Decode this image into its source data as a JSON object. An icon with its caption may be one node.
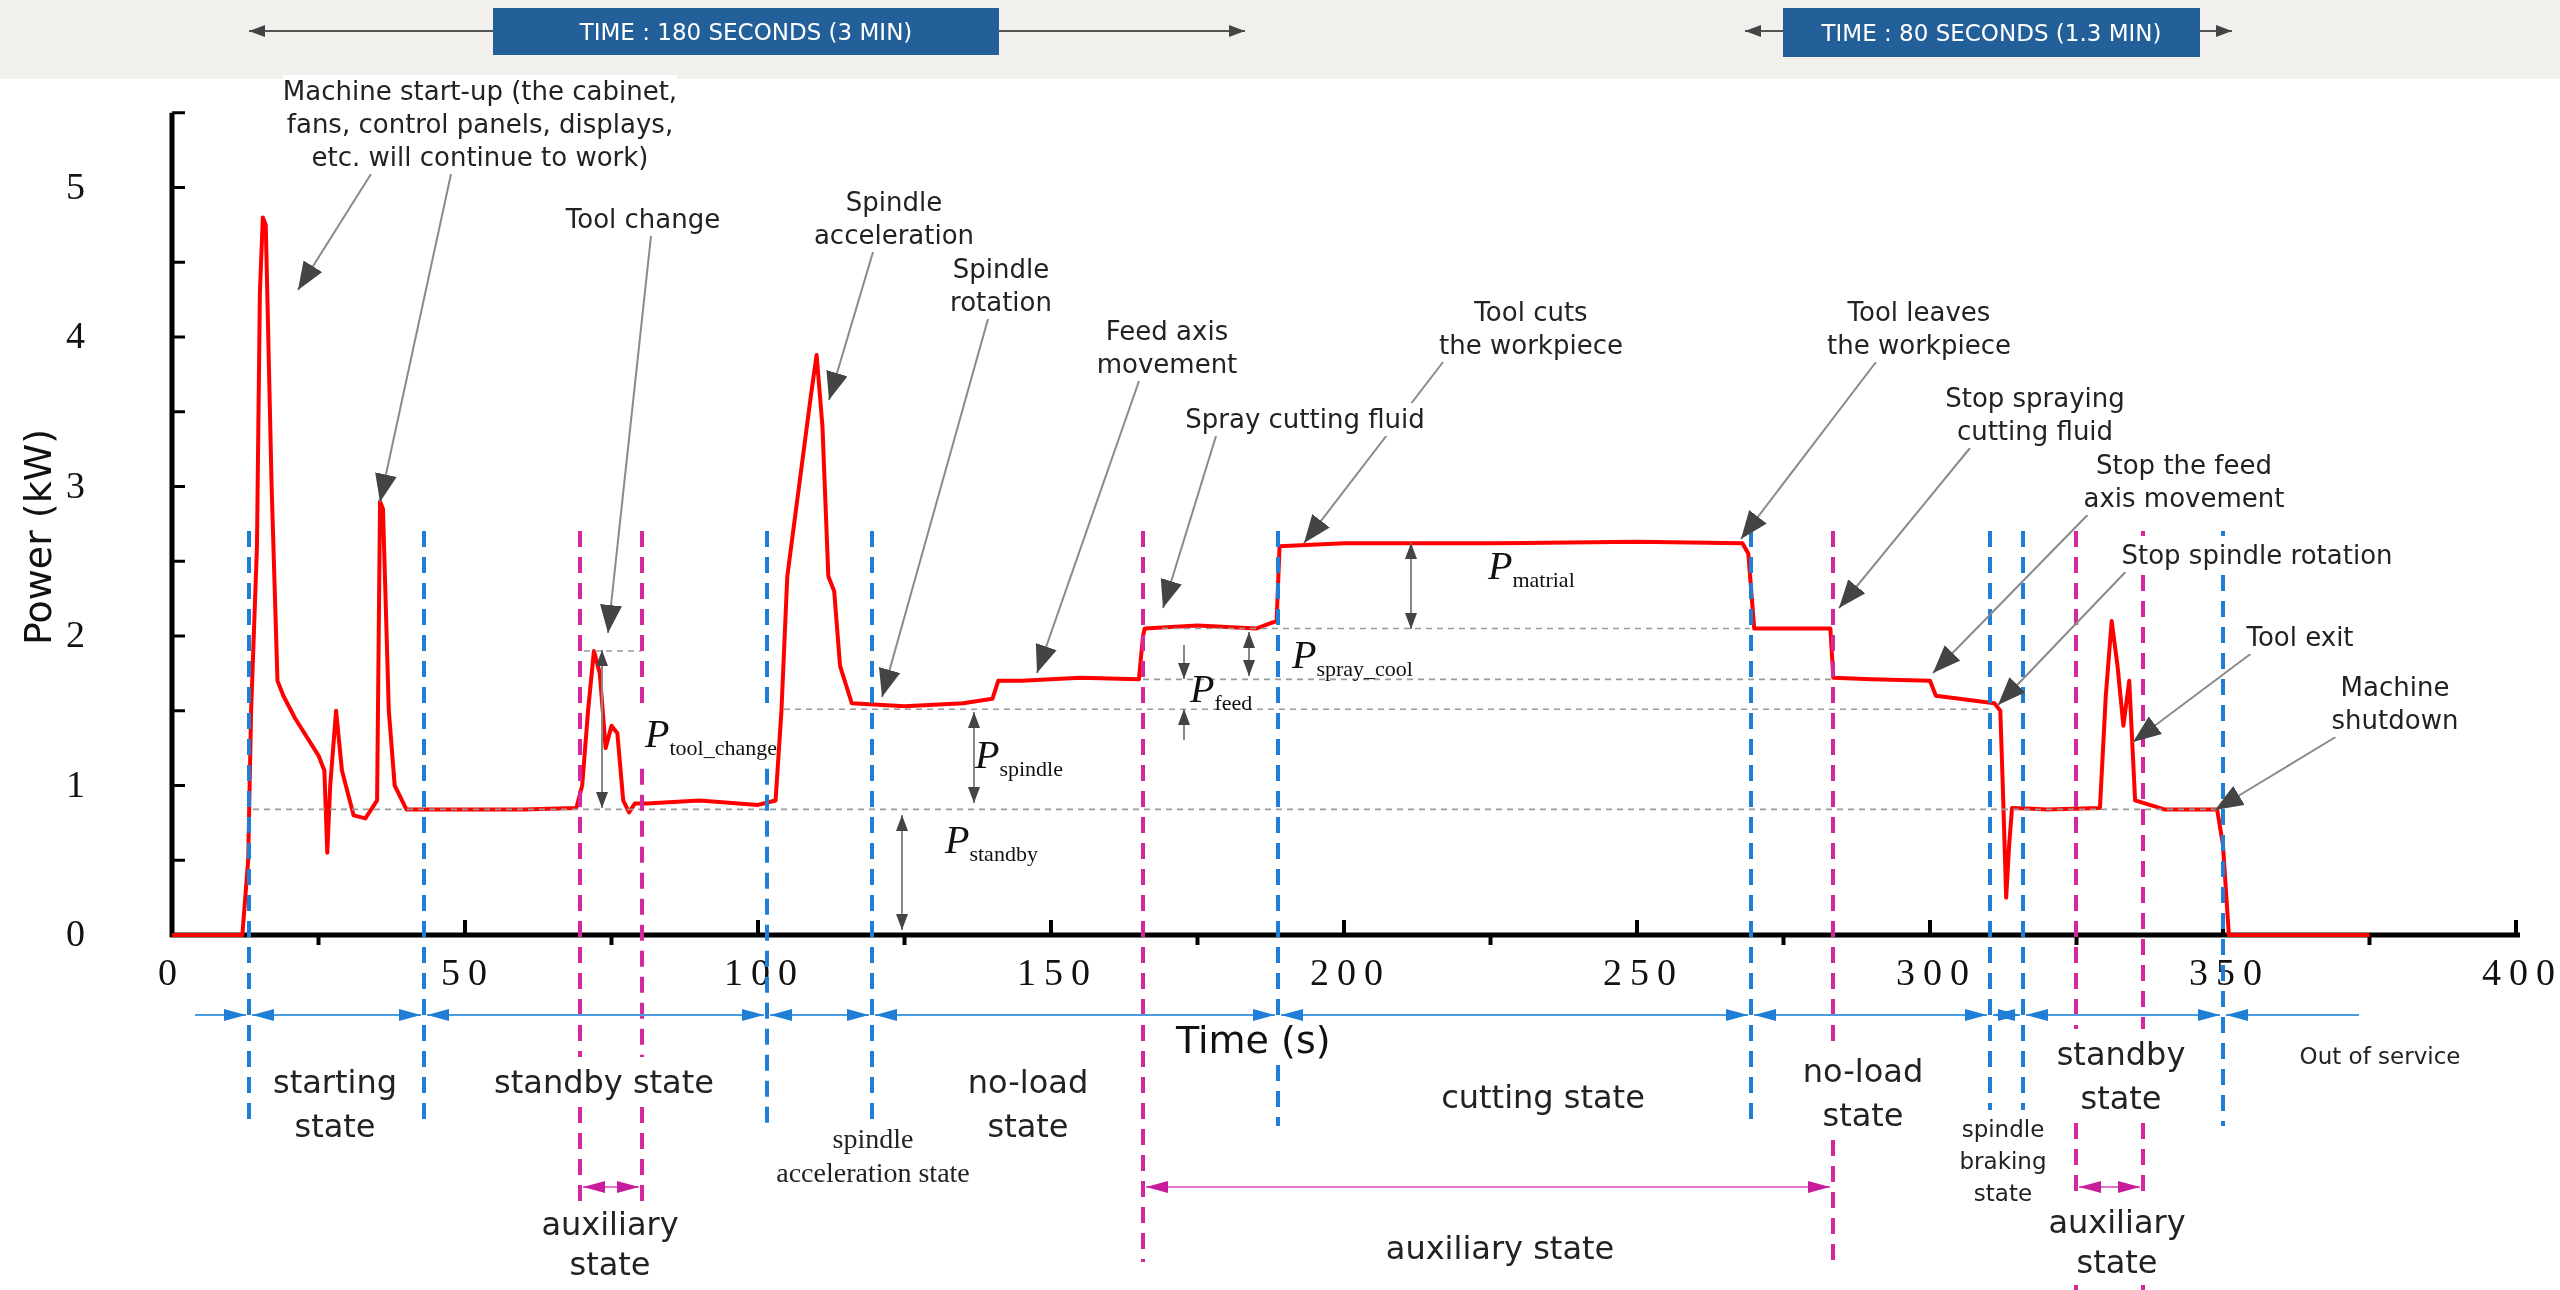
{
  "diagram": {
    "nodes": [
      {
        "text": [
          "TIME : 180 SECONDS (3 MIN)"
        ]
      },
      {
        "text": [
          "TIME : 80 SECONDS (1.3 MIN)"
        ]
      },
      {
        "text": [
          "Machine start-up (the cabinet, fans, control panels, displays, etc. will continue to work)"
        ]
      },
      {
        "text": [
          "Tool change"
        ]
      },
      {
        "text": [
          "Spindle acceleration"
        ]
      },
      {
        "text": [
          "Spindle rotation"
        ]
      },
      {
        "text": [
          "Feed axis movement"
        ]
      },
      {
        "text": [
          "Spray cutting fluid"
        ]
      },
      {
        "text": [
          "Tool cuts the workpiece"
        ]
      },
      {
        "text": [
          "Tool leaves the workpiece"
        ]
      },
      {
        "text": [
          "Stop spraying cutting fluid"
        ]
      },
      {
        "text": [
          "Stop the feed axis movement"
        ]
      },
      {
        "text": [
          "Stop spindle rotation"
        ]
      },
      {
        "text": [
          "Tool exit"
        ]
      },
      {
        "text": [
          "Machine shutdown"
        ]
      }
    ],
    "edges": [
      {
        "from": 2,
        "to": null,
        "arrow": "to"
      },
      {
        "from": 2,
        "to": null,
        "arrow": "to"
      },
      {
        "from": 3,
        "to": null,
        "arrow": "to"
      },
      {
        "from": 4,
        "to": null,
        "arrow": "to"
      },
      {
        "from": 5,
        "to": null,
        "arrow": "to"
      },
      {
        "from": 6,
        "to": null,
        "arrow": "to"
      },
      {
        "from": 7,
        "to": null,
        "arrow": "to"
      },
      {
        "from": 8,
        "to": null,
        "arrow": "to"
      },
      {
        "from": 9,
        "to": null,
        "arrow": "to"
      },
      {
        "from": 10,
        "to": null,
        "arrow": "to"
      },
      {
        "from": 11,
        "to": null,
        "arrow": "to"
      },
      {
        "from": 12,
        "to": null,
        "arrow": "to"
      },
      {
        "from": 13,
        "to": null,
        "arrow": "to"
      },
      {
        "from": 14,
        "to": null,
        "arrow": "to"
      }
    ],
    "labels": [
      "*P*$_{tool_change}$",
      "*P*$_{spindle}$",
      "*P*$_{standby}$",
      "*P*$_{feed}$",
      "*P*$_{spray_cool}$",
      "*P*$_{matrial}$",
      "starting state",
      "standby state",
      "spindle acceleration state",
      "no-load state",
      "cutting state",
      "no-load state",
      "spindle braking state",
      "standby state",
      "Out of service",
      "auxiliary state",
      "auxiliary state",
      "auxiliary state"
    ],
    "chart_data": {
      "type": "line",
      "xlabel": "Time (s)",
      "ylabel": "Power (kW)",
      "x": [
        0,
        12,
        13,
        13.5,
        14.5,
        15,
        15.5,
        16,
        17,
        18,
        19,
        21,
        25,
        26,
        26.5,
        27,
        28,
        29,
        31,
        33,
        35,
        35.5,
        36,
        37,
        38,
        40,
        50,
        60,
        69,
        70,
        71,
        72,
        73,
        74,
        75,
        76,
        77,
        78,
        79,
        81,
        90,
        100,
        103,
        104,
        105,
        107,
        109,
        110,
        111,
        112,
        113,
        114,
        116,
        125,
        135,
        140,
        141,
        145,
        155,
        165,
        165.7,
        166,
        175,
        185,
        188.5,
        189,
        200,
        225,
        250,
        268,
        269,
        270,
        283,
        283.5,
        290,
        300,
        301,
        311,
        312,
        312.5,
        313,
        313.5,
        314,
        320,
        329,
        330,
        331,
        332,
        333,
        334,
        335,
        340,
        349,
        350,
        351,
        375
      ],
      "series": [
        {
          "color": "#ff0000",
          "values": [
            0,
            0,
            0.5,
            1.5,
            2.6,
            4.3,
            4.8,
            4.75,
            3.0,
            1.7,
            1.6,
            1.45,
            1.2,
            1.1,
            0.55,
            1.0,
            1.5,
            1.1,
            0.8,
            0.78,
            0.9,
            2.9,
            2.85,
            1.5,
            1.0,
            0.84,
            0.84,
            0.84,
            0.85,
            1.0,
            1.5,
            1.9,
            1.75,
            1.25,
            1.4,
            1.35,
            0.9,
            0.82,
            0.88,
            0.88,
            0.9,
            0.87,
            0.9,
            1.5,
            2.4,
            3.0,
            3.6,
            3.88,
            3.4,
            2.4,
            2.3,
            1.8,
            1.55,
            1.53,
            1.55,
            1.58,
            1.7,
            1.7,
            1.72,
            1.71,
            2.0,
            2.05,
            2.07,
            2.05,
            2.1,
            2.6,
            2.62,
            2.62,
            2.63,
            2.62,
            2.55,
            2.05,
            2.05,
            1.72,
            1.71,
            1.7,
            1.6,
            1.55,
            1.5,
            0.9,
            0.25,
            0.6,
            0.85,
            0.84,
            0.85,
            1.6,
            2.1,
            1.8,
            1.4,
            1.7,
            0.9,
            0.84,
            0.84,
            0.6,
            0,
            0
          ]
        }
      ],
      "xlim": [
        0,
        400
      ],
      "ylim": [
        0,
        5.5
      ],
      "xticks": [
        0,
        50,
        100,
        150,
        200,
        250,
        300,
        350,
        400
      ],
      "yticks": [
        0,
        1,
        2,
        3,
        4,
        5
      ]
    }
  }
}
